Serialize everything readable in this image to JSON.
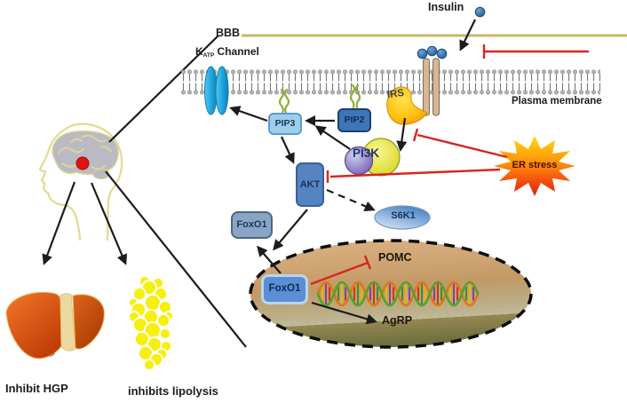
{
  "title": "Hypothalamic insulin signaling pathway diagram",
  "labels": {
    "insulin": "Insulin",
    "bbb": "BBB",
    "katp_k": "K",
    "katp_sub": "ATP",
    "katp_channel": " Channel",
    "plasma_membrane": "Plasma membrane",
    "irs": "IRS",
    "pip3": "PIP3",
    "pip2": "PIP2",
    "pi3k": "PI3K",
    "akt": "AKT",
    "s6k1": "S6K1",
    "foxo1_cytoplasm": "FoxO1",
    "foxo1_nucleus": "FoxO1",
    "er_stress": "ER stress",
    "pomc": "POMC",
    "agrp": "AgRP",
    "inhibit_hgp": "Inhibit HGP",
    "inhibits_lipolysis": "inhibits lipolysis"
  },
  "colors": {
    "bbb_line": "#c8b768",
    "membrane_gray": "#8a8a8a",
    "katp_channel_blue": "#29a9dd",
    "receptor_tan": "#ddb68f",
    "insulin_dot_blue": "#2e6da4",
    "irs_orange": "#f7a800",
    "pip3_fill": "#9fcfe8",
    "pip2_fill": "#3f76b8",
    "pi3k_purple": "#7a5fb0",
    "pi3k_yellow": "#e3e232",
    "akt_fill": "#5584c0",
    "s6k1_fill": "#6f9fd8",
    "foxo1_cytoplasm_fill": "#8aa5c4",
    "foxo1_nucleus_fill": "#5c8ed5",
    "nucleus_top": "#d9ad80",
    "nucleus_bottom": "#6d6f3e",
    "er_stress_yellow": "#ffd90f",
    "er_stress_red": "#e61b10",
    "inhibition_red": "#d6261e",
    "arrow_black": "#1c1c1c",
    "fat_yellow": "#f7ef0e",
    "liver_orange": "#e05a12",
    "gallbladder_purple": "#8a2f8f",
    "brain_gray": "#b9bac3",
    "head_outline_khaki": "#e3da8e",
    "hypothalamus_red": "#e11212"
  }
}
